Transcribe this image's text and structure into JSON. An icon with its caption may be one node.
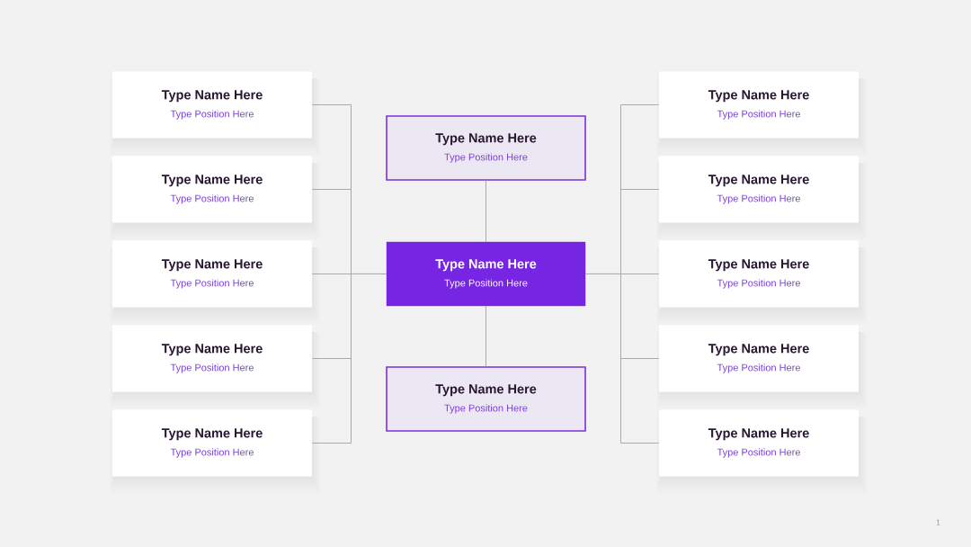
{
  "diagram": {
    "nodes": [
      {
        "text": [
          "Type Name Here",
          "Type Position Here"
        ]
      },
      {
        "text": [
          "Type Name Here",
          "Type Position Here"
        ]
      },
      {
        "text": [
          "Type Name Here",
          "Type Position Here"
        ]
      },
      {
        "text": [
          "Type Name Here",
          "Type Position Here"
        ]
      },
      {
        "text": [
          "Type Name Here",
          "Type Position Here"
        ]
      },
      {
        "text": [
          "Type Name Here",
          "Type Position Here"
        ]
      },
      {
        "text": [
          "Type Name Here",
          "Type Position Here"
        ]
      },
      {
        "text": [
          "Type Name Here",
          "Type Position Here"
        ]
      },
      {
        "text": [
          "Type Name Here",
          "Type Position Here"
        ]
      },
      {
        "text": [
          "Type Name Here",
          "Type Position Here"
        ]
      },
      {
        "text": [
          "Type Name Here",
          "Type Position Here"
        ]
      },
      {
        "text": [
          "Type Name Here",
          "Type Position Here"
        ]
      },
      {
        "text": [
          "Type Name Here",
          "Type Position Here"
        ]
      }
    ],
    "edges": [
      {
        "from": 0,
        "to": 1,
        "arrow": "none"
      },
      {
        "from": 0,
        "to": 2,
        "arrow": "none"
      },
      {
        "from": 0,
        "to": 3,
        "arrow": "none"
      },
      {
        "from": 0,
        "to": 4,
        "arrow": "none"
      },
      {
        "from": 0,
        "to": 5,
        "arrow": "none"
      },
      {
        "from": 0,
        "to": 6,
        "arrow": "none"
      },
      {
        "from": 0,
        "to": 7,
        "arrow": "none"
      },
      {
        "from": 0,
        "to": 8,
        "arrow": "none"
      },
      {
        "from": 0,
        "to": 9,
        "arrow": "none"
      },
      {
        "from": 0,
        "to": 10,
        "arrow": "none"
      },
      {
        "from": 0,
        "to": 11,
        "arrow": "none"
      },
      {
        "from": 0,
        "to": 12,
        "arrow": "none"
      }
    ],
    "labels": [
      "1"
    ]
  }
}
